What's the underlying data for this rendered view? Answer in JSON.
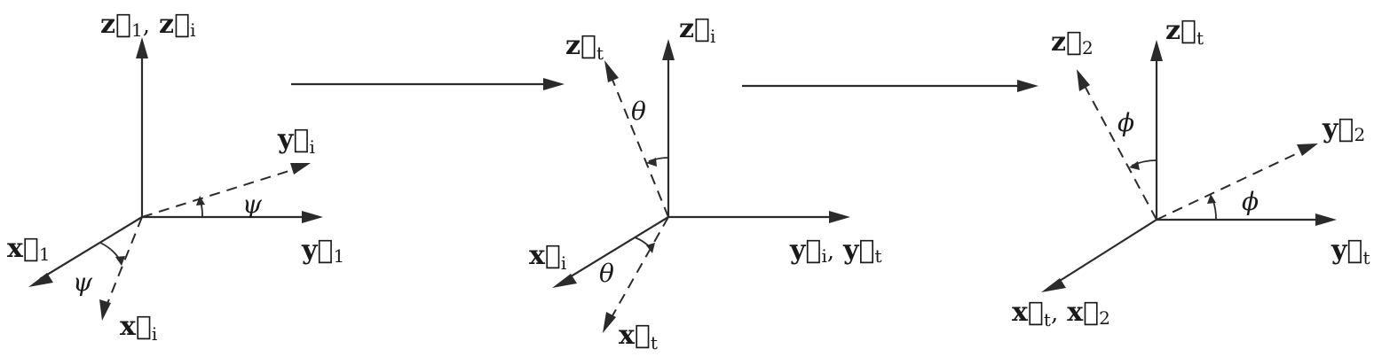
{
  "frames": [
    {
      "axes": [
        {
          "letter": "z",
          "sub": "1",
          "sep": ",",
          "letter2": "z",
          "sub2": "i"
        },
        {
          "letter": "y",
          "sub": "i"
        },
        {
          "letter": "y",
          "sub": "1"
        },
        {
          "letter": "x",
          "sub": "1"
        },
        {
          "letter": "x",
          "sub": "i"
        }
      ],
      "angles": [
        "ψ",
        "ψ"
      ]
    },
    {
      "axes": [
        {
          "letter": "z",
          "sub": "t"
        },
        {
          "letter": "z",
          "sub": "i"
        },
        {
          "letter": "y",
          "sub": "i",
          "sep": ",",
          "letter2": "y",
          "sub2": "t"
        },
        {
          "letter": "x",
          "sub": "i"
        },
        {
          "letter": "x",
          "sub": "t"
        }
      ],
      "angles": [
        "θ",
        "θ"
      ]
    },
    {
      "axes": [
        {
          "letter": "z",
          "sub": "2"
        },
        {
          "letter": "z",
          "sub": "t"
        },
        {
          "letter": "y",
          "sub": "2"
        },
        {
          "letter": "y",
          "sub": "t"
        },
        {
          "letter": "x",
          "sub": "t",
          "sep": ",",
          "letter2": "x",
          "sub2": "2"
        }
      ],
      "angles": [
        "ϕ",
        "ϕ"
      ]
    }
  ]
}
